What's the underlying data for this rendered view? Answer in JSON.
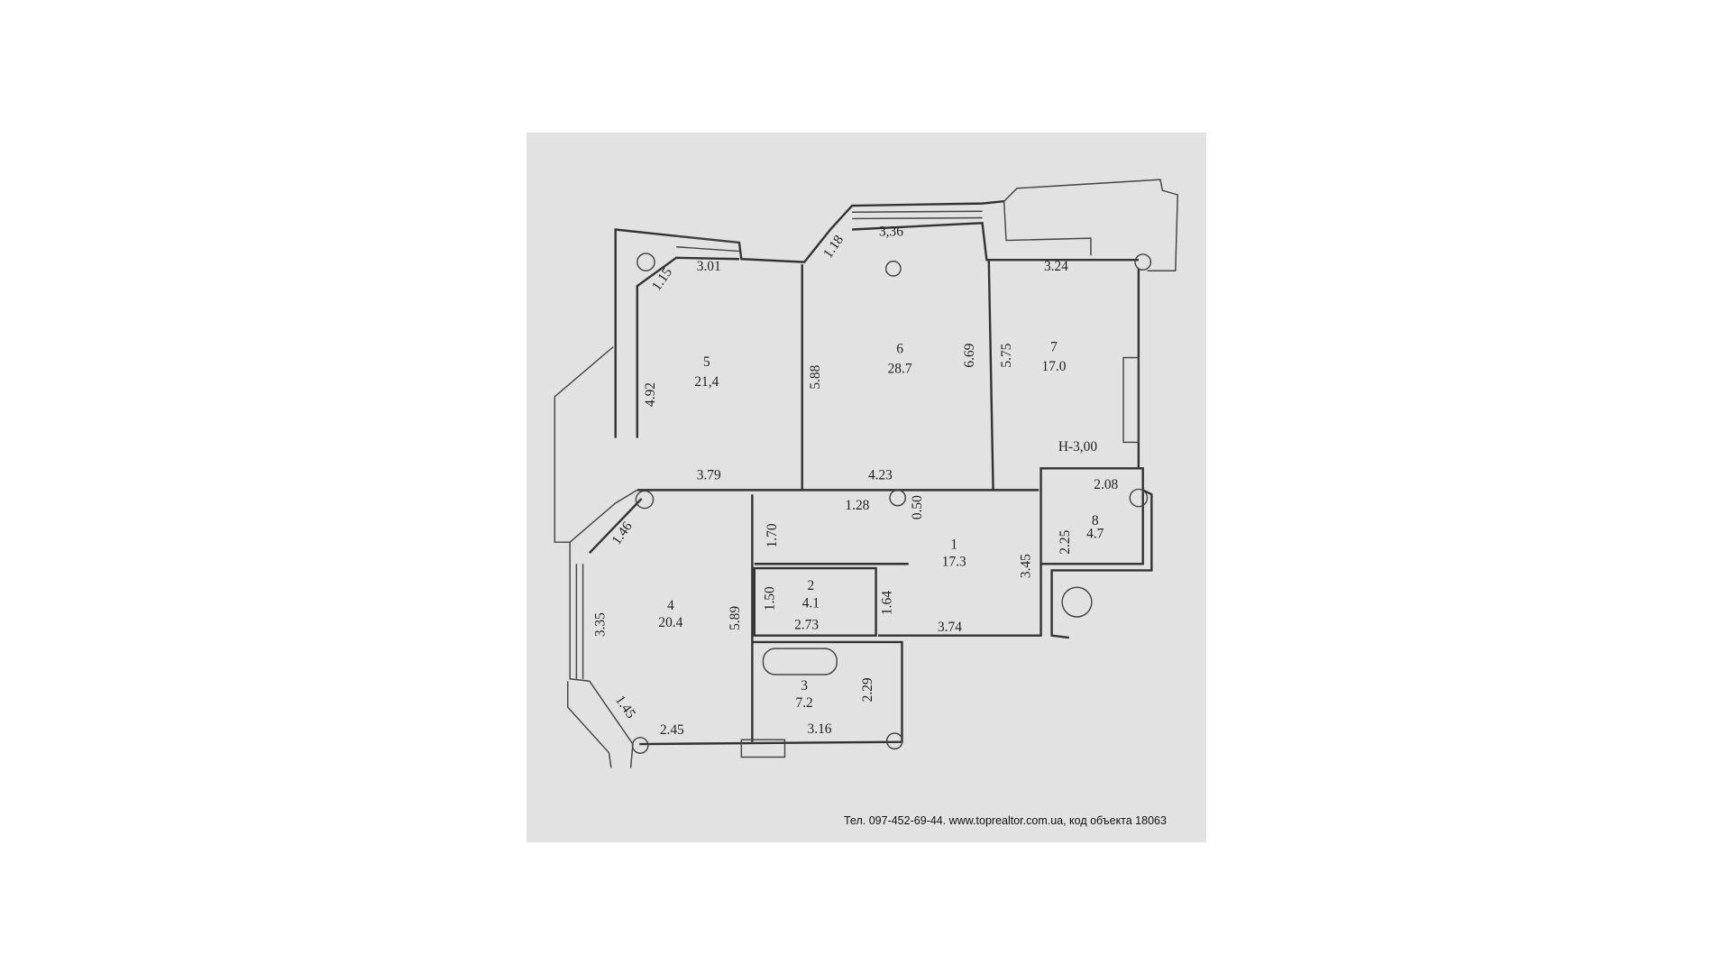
{
  "rooms": [
    {
      "no": "1",
      "area": "17.3"
    },
    {
      "no": "2",
      "area": "4.1"
    },
    {
      "no": "3",
      "area": "7.2"
    },
    {
      "no": "4",
      "area": "20.4"
    },
    {
      "no": "5",
      "area": "21,4"
    },
    {
      "no": "6",
      "area": "28.7"
    },
    {
      "no": "7",
      "area": "17.0"
    },
    {
      "no": "8",
      "area": "4.7"
    }
  ],
  "dims": [
    "3.01",
    "1.15",
    "1.18",
    "3,36",
    "3.24",
    "4.92",
    "5.88",
    "6.69",
    "5.75",
    "3.79",
    "4.23",
    "1.28",
    "0.50",
    "1.70",
    "1.46",
    "2.08",
    "2.25",
    "3.45",
    "1.50",
    "2.73",
    "1.64",
    "3.74",
    "3.35",
    "5.89",
    "2.29",
    "1.45",
    "2.45",
    "3.16"
  ],
  "ceiling_height": "H-3,00",
  "caption": "Тел. 097-452-69-44. www.toprealtor.com.ua, код объекта 18063"
}
